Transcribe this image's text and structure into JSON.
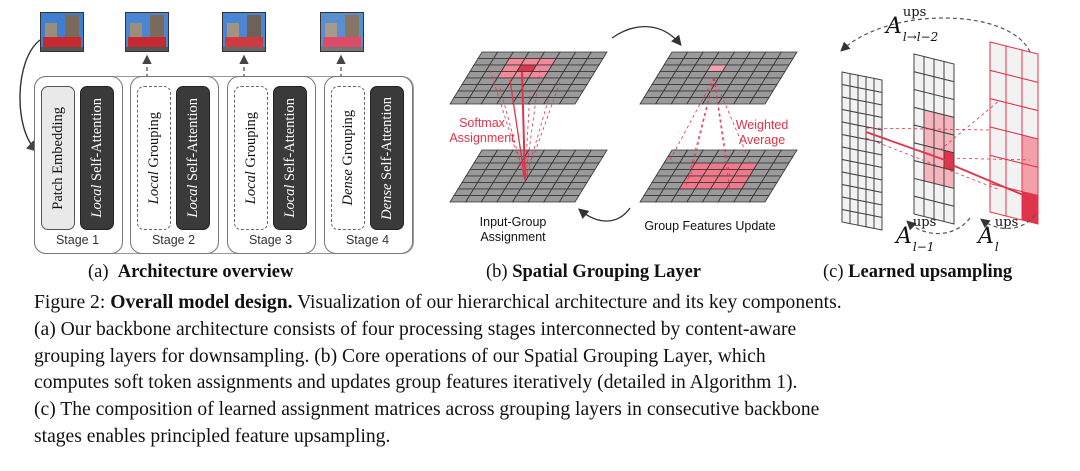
{
  "panel_a": {
    "stages": [
      {
        "label": "Stage 1",
        "block1": {
          "em": "",
          "rest": "Patch Embedding"
        },
        "block2": {
          "em": "Local",
          "rest": " Self-Attention"
        }
      },
      {
        "label": "Stage 2",
        "block1": {
          "em": "Local",
          "rest": " Grouping"
        },
        "block2": {
          "em": "Local",
          "rest": " Self-Attention"
        }
      },
      {
        "label": "Stage 3",
        "block1": {
          "em": "Local",
          "rest": " Grouping"
        },
        "block2": {
          "em": "Local",
          "rest": " Self-Attention"
        }
      },
      {
        "label": "Stage 4",
        "block1": {
          "em": "Dense",
          "rest": " Grouping"
        },
        "block2": {
          "em": "Dense",
          "rest": " Self-Attention"
        }
      }
    ],
    "caption_prefix": "(a)",
    "caption_title": "Architecture overview"
  },
  "panel_b": {
    "softmax_line1": "Softmax",
    "softmax_line2": "Assignment",
    "weighted_line1": "Weighted",
    "weighted_line2": "Average",
    "input_group_line1": "Input-Group",
    "input_group_line2": "Assignment",
    "group_update": "Group Features Update",
    "caption_prefix": "(b)",
    "caption_title": "Spatial Grouping Layer"
  },
  "panel_c": {
    "top_symbol": "A",
    "top_sup": "ups",
    "top_sub": "l→l−2",
    "bottom_left_symbol": "A",
    "bottom_left_sup": "ups",
    "bottom_left_sub": "l−1",
    "bottom_right_symbol": "A",
    "bottom_right_sup": "ups",
    "bottom_right_sub": "l",
    "caption_prefix": "(c)",
    "caption_title": "Learned upsampling"
  },
  "figure_caption": {
    "label": "Figure 2:",
    "bold": "Overall model design.",
    "lines": [
      " Visualization of our hierarchical architecture and its key components.",
      "(a) Our backbone architecture consists of four processing stages interconnected by content-aware",
      "grouping layers for downsampling.  (b) Core operations of our Spatial Grouping Layer, which",
      "computes soft token assignments and updates group features iteratively (detailed in  Algorithm 1).",
      "(c) The composition of learned assignment matrices across grouping layers in consecutive backbone",
      "stages enables principled feature upsampling."
    ]
  },
  "colors": {
    "accent_red": "#e0344a",
    "dark_block": "#3a3a3a",
    "light_block": "#e9e9e9"
  }
}
